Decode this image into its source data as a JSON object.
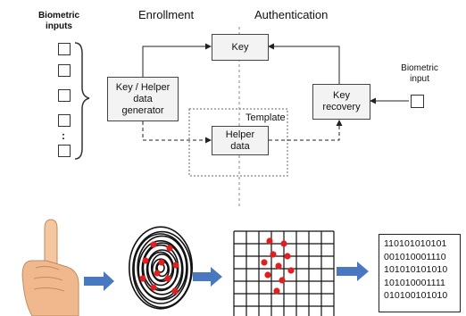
{
  "top": {
    "biometric_inputs": "Biometric\ninputs",
    "enrollment": "Enrollment",
    "authentication": "Authentication",
    "key": "Key",
    "key_helper": "Key / Helper\ndata\ngenerator",
    "template": "Template",
    "helper_data": "Helper\ndata",
    "key_recovery": "Key\nrecovery",
    "biometric_input": "Biometric\ninput",
    "dots": ":"
  },
  "bottom": {
    "bitstring": [
      "110101010101",
      "001010001110",
      "101010101010",
      "101010001111",
      "010100101010"
    ]
  },
  "colors": {
    "accent_arrow": "#4a78c0",
    "minutiae": "#e02020",
    "box_fill": "#f3f3f3"
  }
}
